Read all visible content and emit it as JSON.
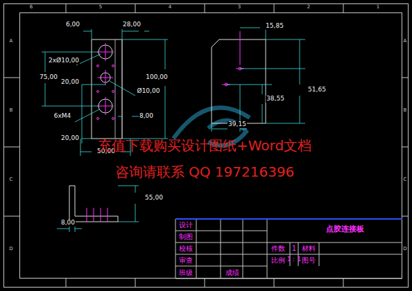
{
  "diagram": {
    "labels": [
      "6,00",
      "28,00",
      "2xØ10,00",
      "75,00",
      "20,00",
      "100,00",
      "Ø10,00",
      "6xM4",
      "8,00",
      "20,00",
      "50,00",
      "15,85",
      "51,65",
      "38,55",
      "39,15",
      "55,00",
      "8,00",
      "充值下载购买设计图纸+Word文档",
      "咨询请联系 QQ 197216396",
      "设计",
      "制图",
      "校核",
      "审查",
      "班级",
      "成绩",
      "点胶连接板",
      "件数",
      "1",
      "材料",
      "比例",
      "1：1",
      "图号",
      "6",
      "5",
      "4",
      "3",
      "2",
      "1",
      "A",
      "B",
      "C",
      "D",
      "A",
      "B",
      "C",
      "D"
    ]
  }
}
